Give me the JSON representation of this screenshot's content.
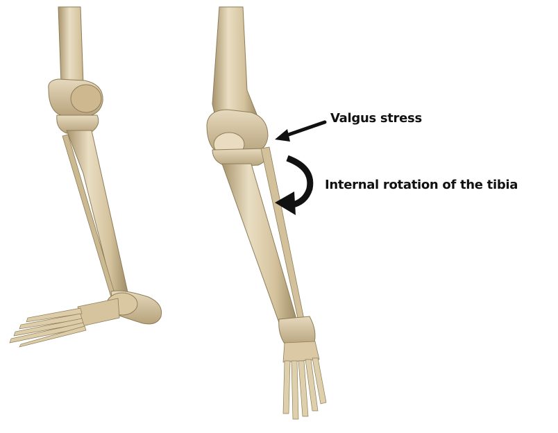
{
  "annotations": {
    "valgus_stress": "Valgus stress",
    "internal_rotation": "Internal rotation of the tibia"
  },
  "colors": {
    "background": "#ffffff",
    "bone_light": "#e8dcc0",
    "bone_mid": "#d2c09a",
    "bone_shadow": "#9c8a66",
    "text": "#111111",
    "arrow": "#111111"
  },
  "figure": {
    "subjects": [
      "left-leg-skeleton-lateral-view",
      "right-leg-skeleton-anterior-view"
    ]
  }
}
